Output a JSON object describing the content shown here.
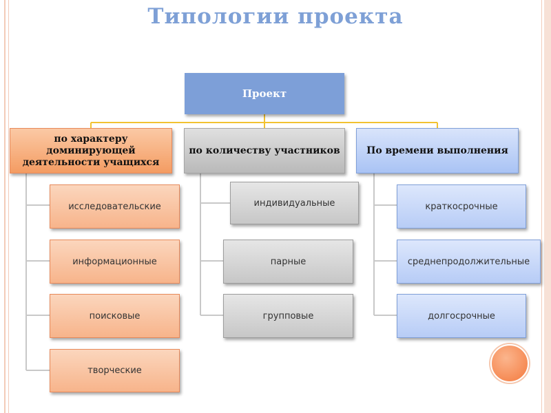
{
  "slide": {
    "title": "Типологии проекта",
    "root": {
      "label": "Проект"
    },
    "categories": [
      {
        "label": "по характеру доминирующей деятельности учащихся",
        "items": [
          "исследовательские",
          "информационные",
          "поисковые",
          "творческие"
        ]
      },
      {
        "label": "по количеству участников",
        "items": [
          "индивидуальные",
          "парные",
          "групповые"
        ]
      },
      {
        "label": "По времени выполнения",
        "items": [
          "краткосрочные",
          "среднепродолжительные",
          "долгосрочные"
        ]
      }
    ]
  },
  "colors": {
    "title": "#7ea0d6",
    "root_fill": "#7d9fd8",
    "category_orange": "#f49c62",
    "category_gray": "#b9b9b9",
    "category_blue": "#a9c3f4",
    "connector": "#f2c230",
    "decor_circle": "#f47a3e"
  }
}
